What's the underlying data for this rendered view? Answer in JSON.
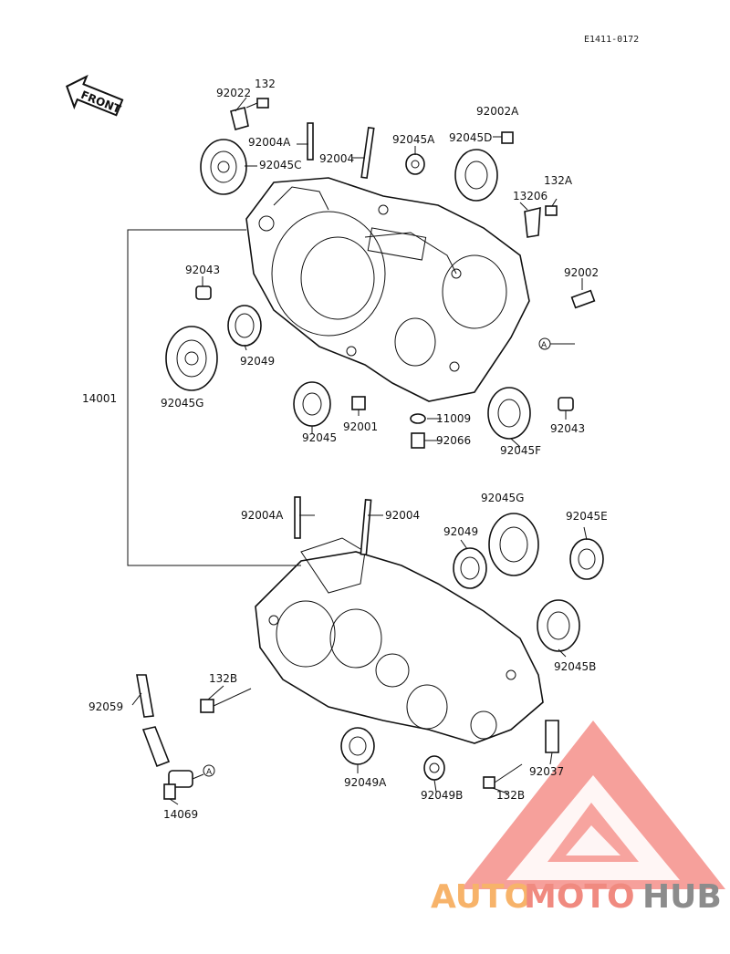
{
  "diagram_code": "E1411-0172",
  "front_label": "FRONT",
  "labels": {
    "p92022": "92022",
    "p132": "132",
    "p92004A_top": "92004A",
    "p92004_top": "92004",
    "p92045C": "92045C",
    "p92045A": "92045A",
    "p92002A": "92002A",
    "p92045D": "92045D",
    "p132A": "132A",
    "p13206": "13206",
    "p14001": "14001",
    "p92043_left": "92043",
    "p92002": "92002",
    "p92049_top": "92049",
    "p92045G_top": "92045G",
    "p92045": "92045",
    "p92001": "92001",
    "p11009": "11009",
    "p92066": "92066",
    "p92045F": "92045F",
    "p92043_right": "92043",
    "callout_A_top": "A",
    "p92004A_bot": "92004A",
    "p92004_bot": "92004",
    "p92045G_bot": "92045G",
    "p92049_bot": "92049",
    "p92045E": "92045E",
    "p92045B": "92045B",
    "p132B_left": "132B",
    "p92059": "92059",
    "callout_A_bot": "A",
    "p14069": "14069",
    "p92049A": "92049A",
    "p92049B": "92049B",
    "p132B_right": "132B",
    "p92037": "92037"
  },
  "watermark": {
    "auto": "AUTO",
    "moto": "MOTO",
    "hub": "HUB"
  }
}
